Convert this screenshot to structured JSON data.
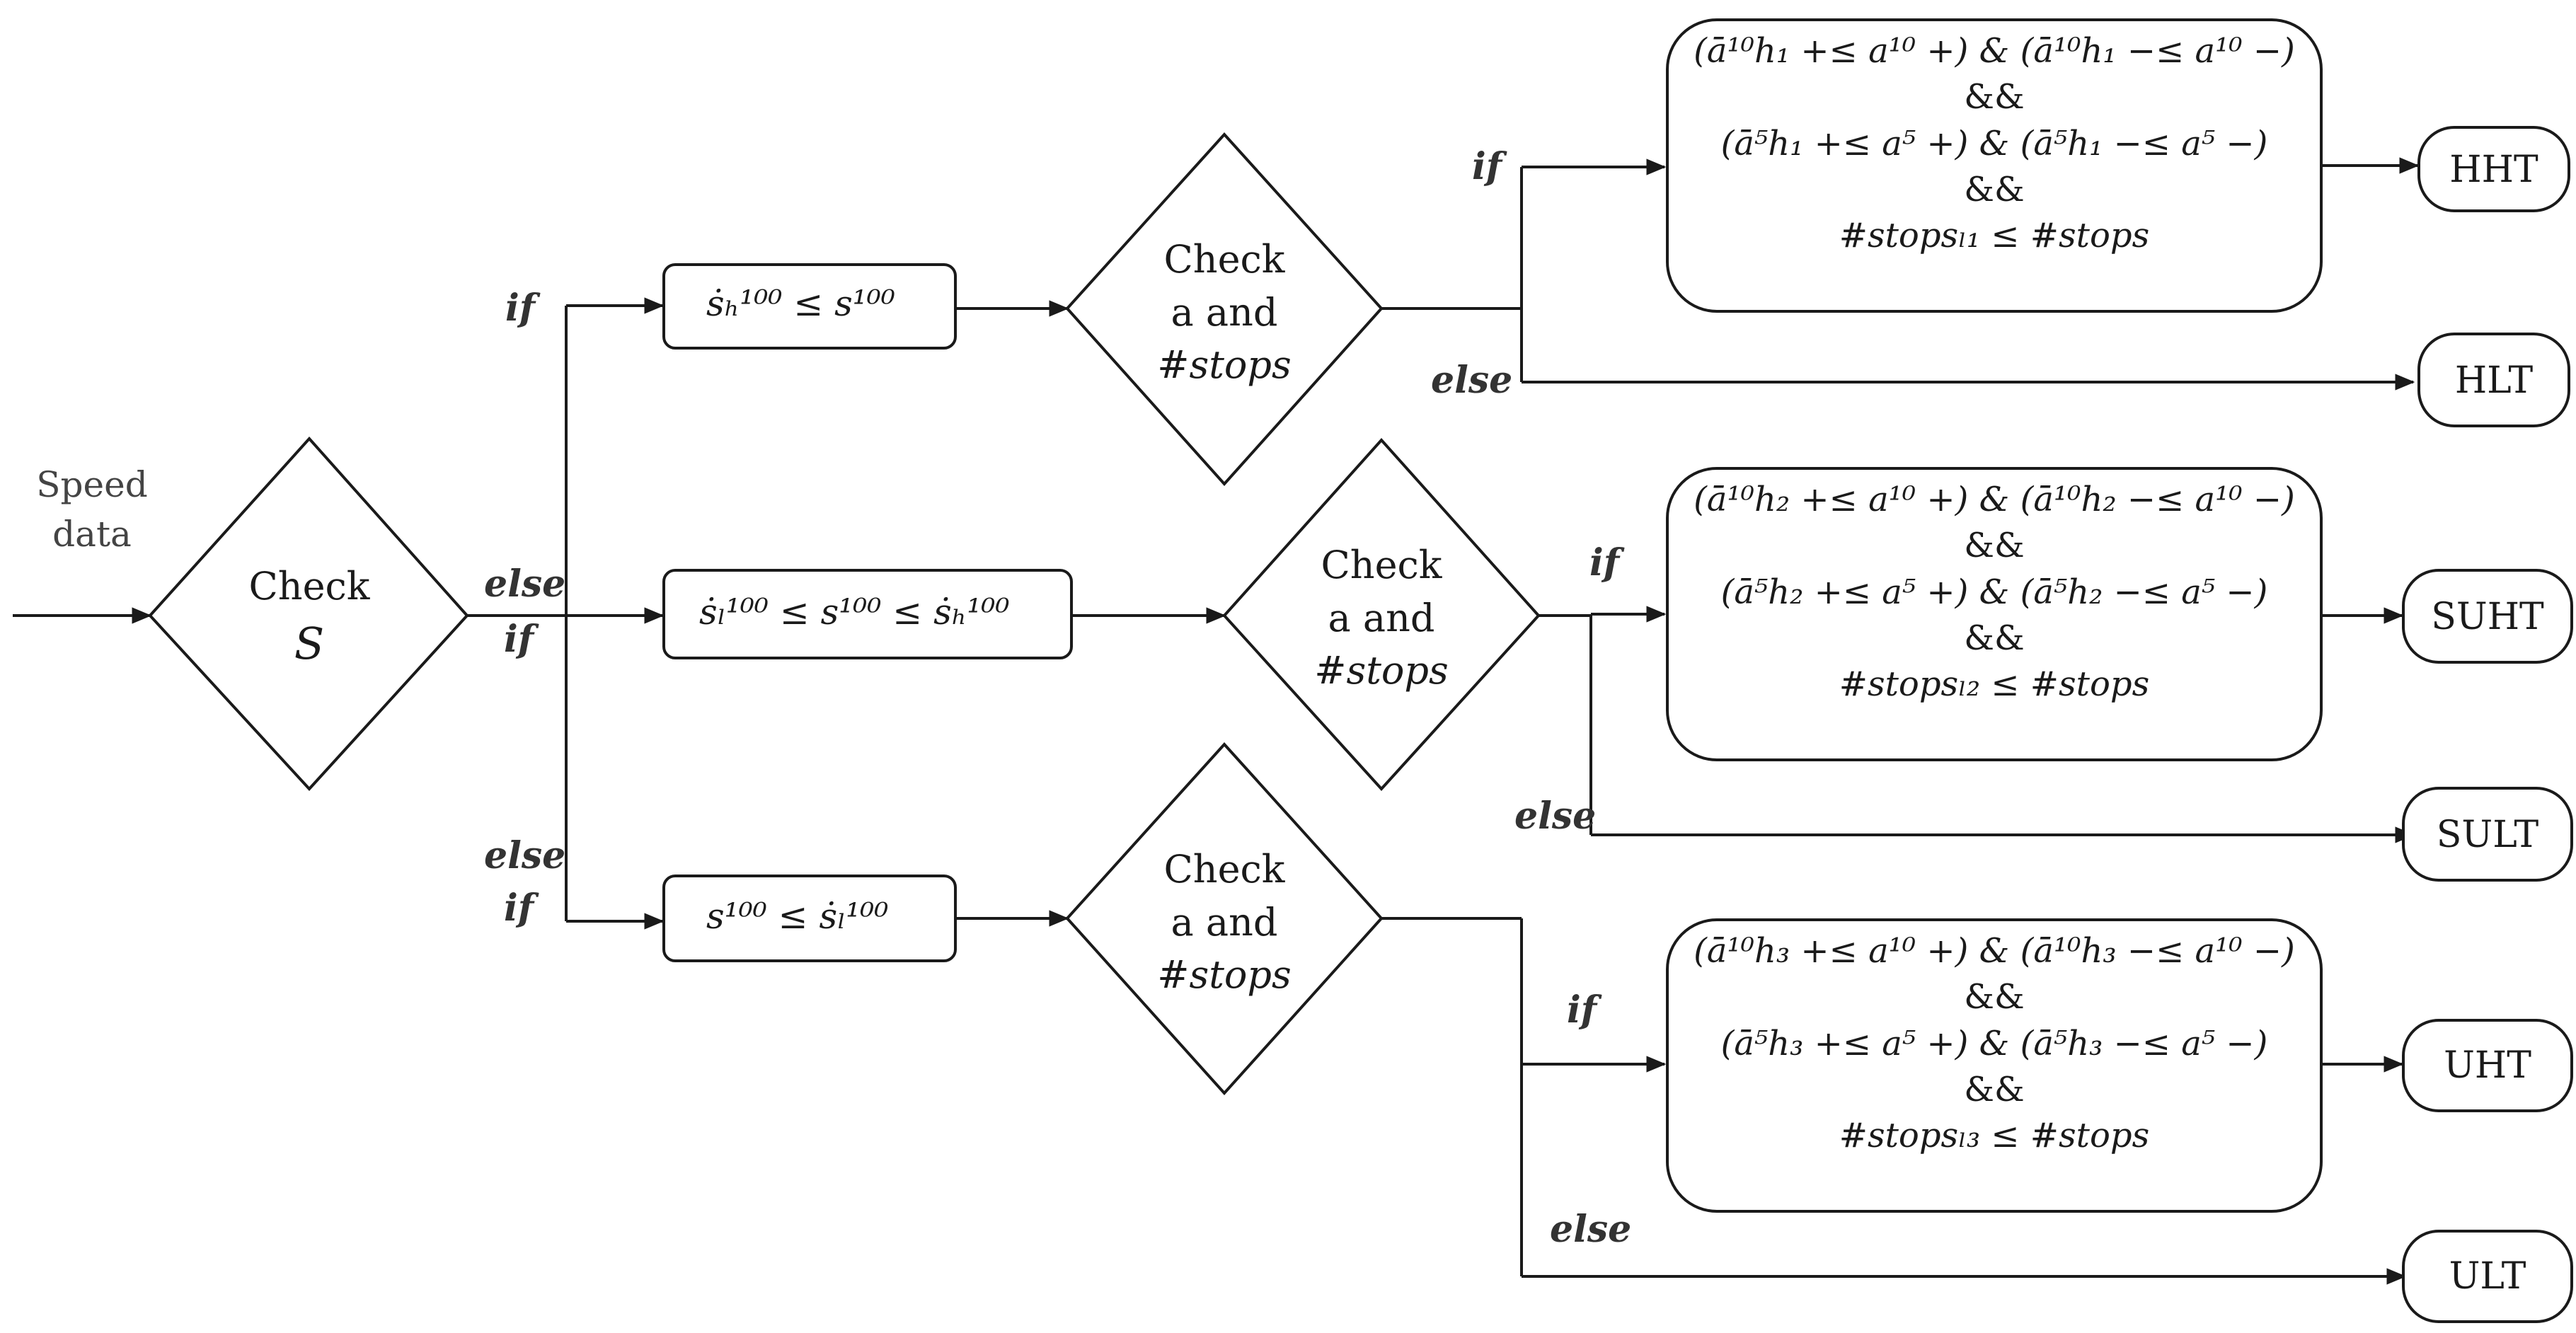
{
  "input_label": [
    "Speed",
    "data"
  ],
  "check_s": {
    "line1": "Check",
    "line2": "S"
  },
  "branch_labels": {
    "if": "if",
    "else": "else",
    "else_if_else": "else",
    "else_if_if": "if"
  },
  "speed_conditions": {
    "high": "ṡₕ¹⁰⁰ ≤ s¹⁰⁰",
    "mid": "ṡₗ¹⁰⁰ ≤ s¹⁰⁰ ≤ ṡₕ¹⁰⁰",
    "low": "s¹⁰⁰ ≤ ṡₗ¹⁰⁰"
  },
  "check_stops": {
    "line1": "Check",
    "line2": "a and",
    "line3": "#stops"
  },
  "conditions": [
    {
      "row1": "(ā¹⁰h₁ +≤ a¹⁰ +) & (ā¹⁰h₁ −≤ a¹⁰ −)",
      "and1": "&&",
      "row2": "(ā⁵h₁ +≤ a⁵ +) & (ā⁵h₁ −≤ a⁵ −)",
      "and2": "&&",
      "row3": "#stopsₗ₁ ≤ #stops"
    },
    {
      "row1": "(ā¹⁰h₂ +≤ a¹⁰ +) & (ā¹⁰h₂ −≤ a¹⁰ −)",
      "and1": "&&",
      "row2": "(ā⁵h₂ +≤ a⁵ +) & (ā⁵h₂ −≤ a⁵ −)",
      "and2": "&&",
      "row3": "#stopsₗ₂ ≤ #stops"
    },
    {
      "row1": "(ā¹⁰h₃ +≤ a¹⁰ +) & (ā¹⁰h₃ −≤ a¹⁰ −)",
      "and1": "&&",
      "row2": "(ā⁵h₃ +≤ a⁵ +) & (ā⁵h₃ −≤ a⁵ −)",
      "and2": "&&",
      "row3": "#stopsₗ₃ ≤ #stops"
    }
  ],
  "outputs": [
    "HHT",
    "HLT",
    "SUHT",
    "SULT",
    "UHT",
    "ULT"
  ],
  "colors": {
    "line": "#1a1a1a",
    "box_fill": "#ffffff"
  }
}
